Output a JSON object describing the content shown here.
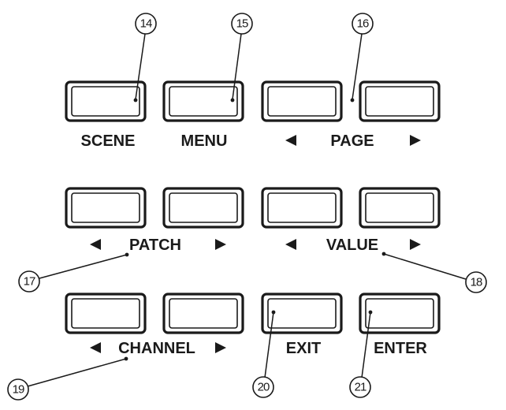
{
  "labels": {
    "scene": "SCENE",
    "menu": "MENU",
    "page": "PAGE",
    "patch": "PATCH",
    "value": "VALUE",
    "channel": "CHANNEL",
    "exit": "EXIT",
    "enter": "ENTER"
  },
  "callouts": {
    "c14": "14",
    "c15": "15",
    "c16": "16",
    "c17": "17",
    "c18": "18",
    "c19": "19",
    "c20": "20",
    "c21": "21"
  },
  "colors": {
    "ink": "#1a1a1a",
    "background": "#ffffff"
  }
}
